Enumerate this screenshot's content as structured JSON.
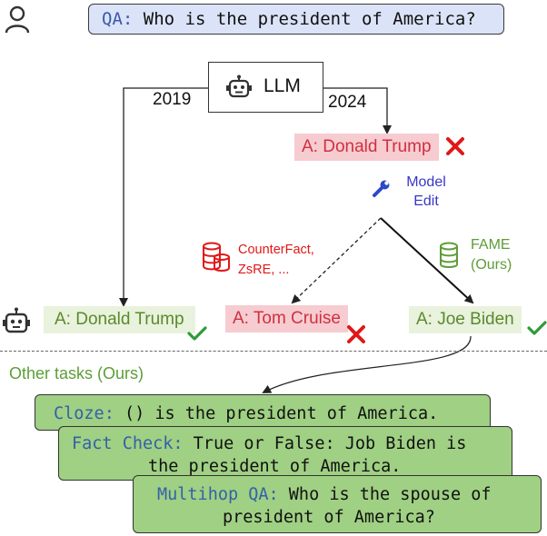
{
  "question": {
    "prefix": "QA:",
    "text": " Who is the president of America?"
  },
  "llm": {
    "label": "LLM"
  },
  "years": {
    "left": "2019",
    "right": "2024"
  },
  "answers": {
    "top_wrong": "A: Donald Trump",
    "bottom_left": "A: Donald Trump",
    "counterfact_result": "A: Tom Cruise",
    "fame_result": "A: Joe Biden"
  },
  "model_edit": {
    "line1": "Model",
    "line2": "Edit"
  },
  "datasets": {
    "counterfact_line1": "CounterFact,",
    "counterfact_line2": "ZsRE, ...",
    "fame_line1": "FAME",
    "fame_line2": "(Ours)"
  },
  "other_tasks_label": "Other tasks (Ours)",
  "tasks": [
    {
      "prefix": "Cloze:",
      "line1": " () is the president of America.",
      "line2": ""
    },
    {
      "prefix": "Fact Check:",
      "line1": " True or False: Job Biden is",
      "line2": "the president of America."
    },
    {
      "prefix": "Multihop QA:",
      "line1": " Who is the spouse of",
      "line2": "president of America?"
    }
  ],
  "colors": {
    "question_bg": "#dbe3f8",
    "wrong_bg": "#f6ccd0",
    "wrong_text": "#d03040",
    "right_bg": "#e9f2dc",
    "right_text": "#5a8a2e",
    "task_bg": "#9fd083",
    "keyword": "#3560a8",
    "edit": "#3a36c8",
    "cross": "#e01818",
    "check": "#2f9a3a"
  },
  "icons": [
    "user-icon",
    "robot-icon",
    "cross-icon",
    "check-icon",
    "wrench-icon",
    "database-icon"
  ]
}
